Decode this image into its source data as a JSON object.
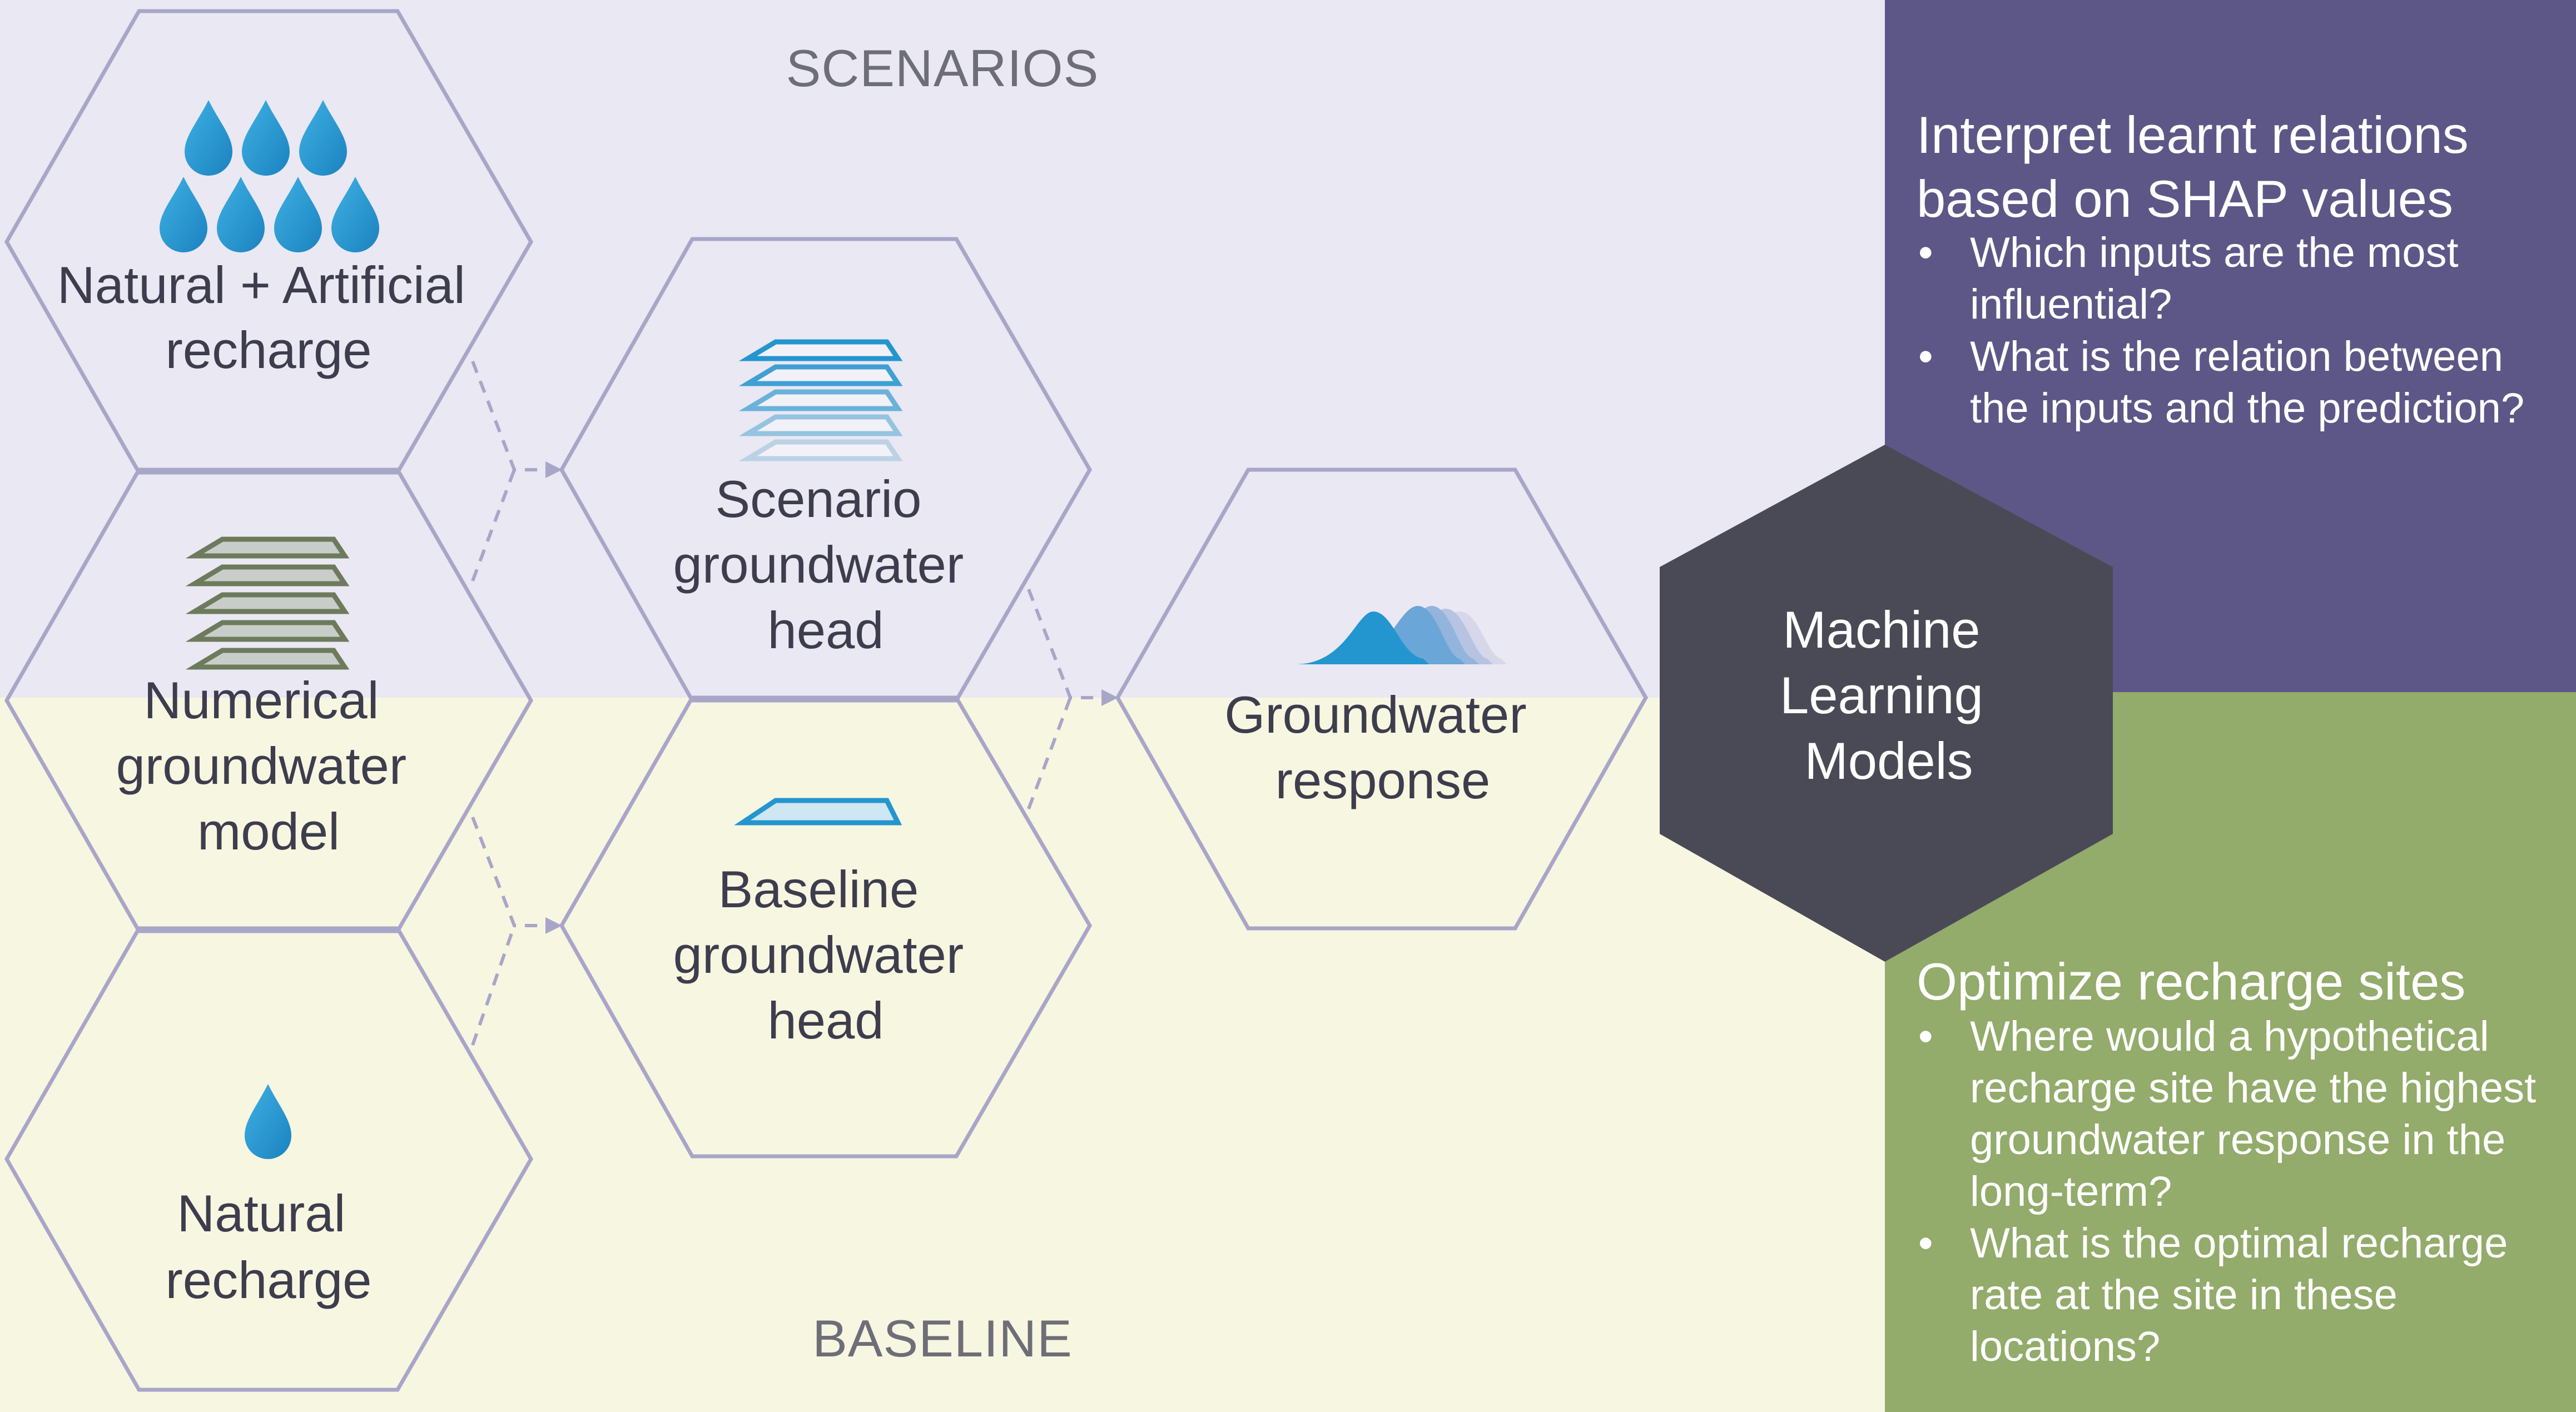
{
  "sections": {
    "top": "SCENARIOS",
    "bottom": "BASELINE"
  },
  "hexagons": {
    "natural_artificial_recharge": [
      "Natural + Artificial",
      "recharge"
    ],
    "numerical_model": [
      "Numerical",
      "groundwater",
      "model"
    ],
    "natural_recharge": [
      "Natural",
      "recharge"
    ],
    "scenario_head": [
      "Scenario",
      "groundwater",
      "head"
    ],
    "baseline_head": [
      "Baseline",
      "groundwater",
      "head"
    ],
    "groundwater_response": [
      "Groundwater",
      "response"
    ],
    "ml_models": [
      "Machine",
      "Learning",
      "Models"
    ]
  },
  "panels": {
    "interpret": {
      "title": [
        "Interpret learnt relations",
        "based on SHAP values"
      ],
      "bullets": [
        [
          "Which inputs are the most",
          "influential?"
        ],
        [
          "What is the relation between",
          "the inputs and the prediction?"
        ]
      ]
    },
    "optimize": {
      "title": [
        "Optimize recharge sites"
      ],
      "bullets": [
        [
          "Where would a hypothetical",
          "recharge site have the highest",
          "groundwater response in the",
          "long-term?"
        ],
        [
          "What is the optimal recharge",
          "rate at the site in these",
          "locations?"
        ]
      ]
    }
  },
  "colors": {
    "scenario_bg": "#e9e8f3",
    "baseline_bg": "#f7f6e1",
    "hex_stroke": "#a8a6c8",
    "ml_hex": "#4a4a56",
    "interpret_panel": "#5d5787",
    "optimize_panel": "#93ab6b",
    "water_blue": "#2396cf",
    "grid_green": "#6d7a5c"
  }
}
